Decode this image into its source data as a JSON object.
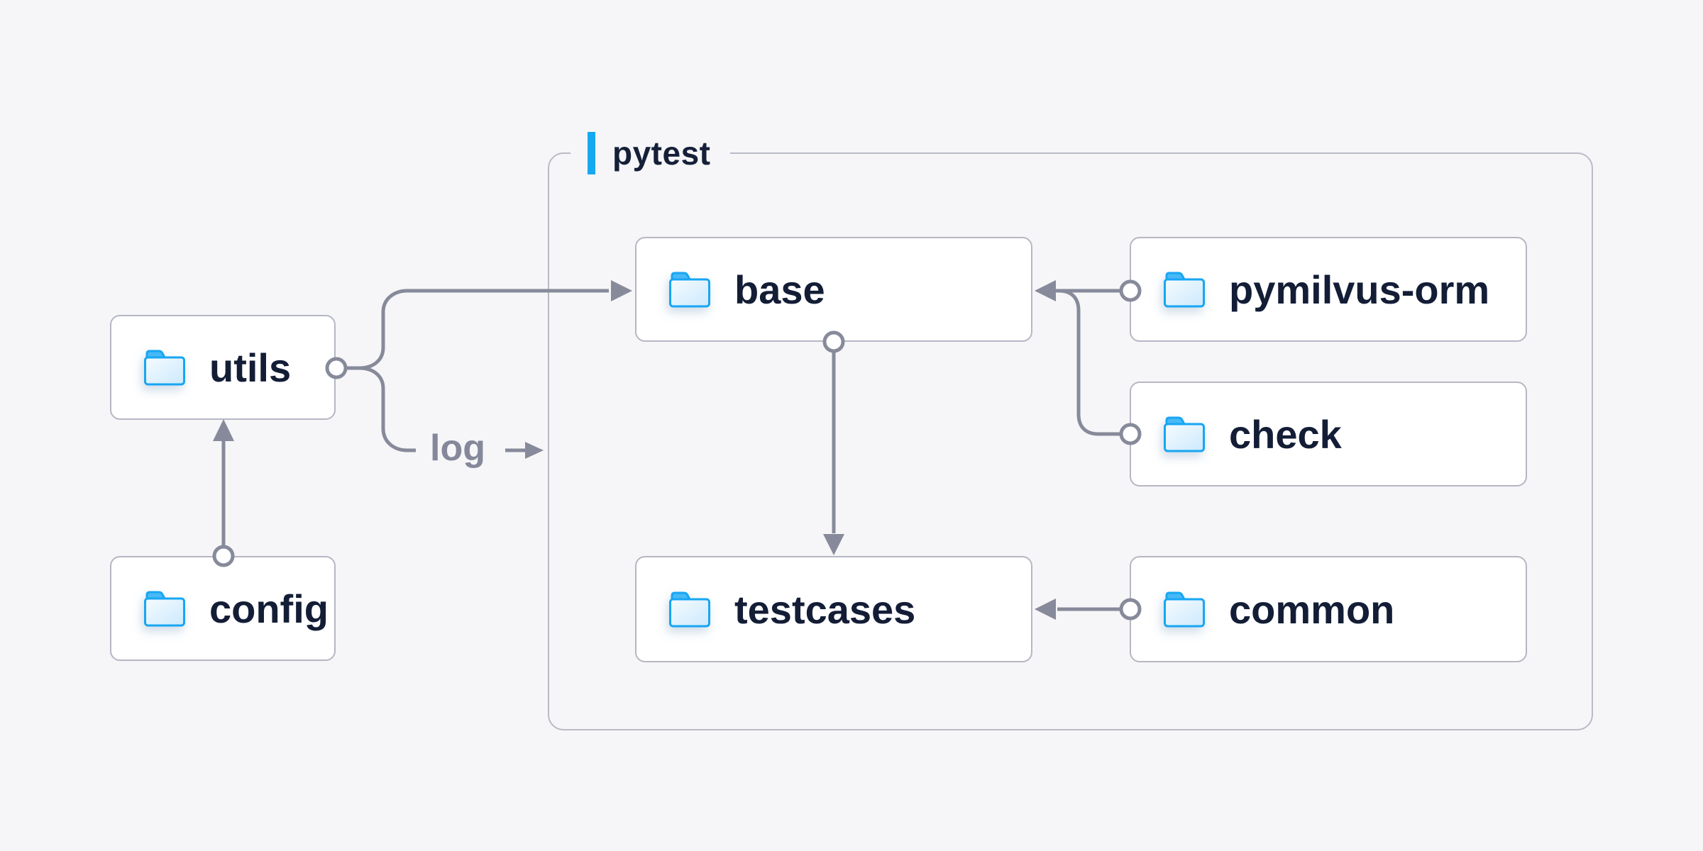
{
  "diagram": {
    "type": "folder-structure-diagram",
    "background_color": "#f6f6f8",
    "wire_color": "#878a9a",
    "node_border_color": "#b5b7c3",
    "node_label_color": "#131d36",
    "accent_color": "#16a8f0",
    "container": {
      "label": "pytest"
    },
    "nodes": [
      {
        "id": "utils",
        "label": "utils",
        "icon": "folder-icon"
      },
      {
        "id": "config",
        "label": "config",
        "icon": "folder-icon"
      },
      {
        "id": "base",
        "label": "base",
        "icon": "folder-icon"
      },
      {
        "id": "pymilvus-orm",
        "label": "pymilvus-orm",
        "icon": "folder-icon"
      },
      {
        "id": "check",
        "label": "check",
        "icon": "folder-icon"
      },
      {
        "id": "testcases",
        "label": "testcases",
        "icon": "folder-icon"
      },
      {
        "id": "common",
        "label": "common",
        "icon": "folder-icon"
      }
    ],
    "edge_label": {
      "text": "log"
    },
    "edges": [
      {
        "from": "config",
        "to": "utils"
      },
      {
        "from": "utils",
        "to": "base"
      },
      {
        "from": "utils",
        "to": "log"
      },
      {
        "from": "pymilvus-orm",
        "to": "base"
      },
      {
        "from": "check",
        "to": "base"
      },
      {
        "from": "base",
        "to": "testcases"
      },
      {
        "from": "common",
        "to": "testcases"
      }
    ]
  }
}
